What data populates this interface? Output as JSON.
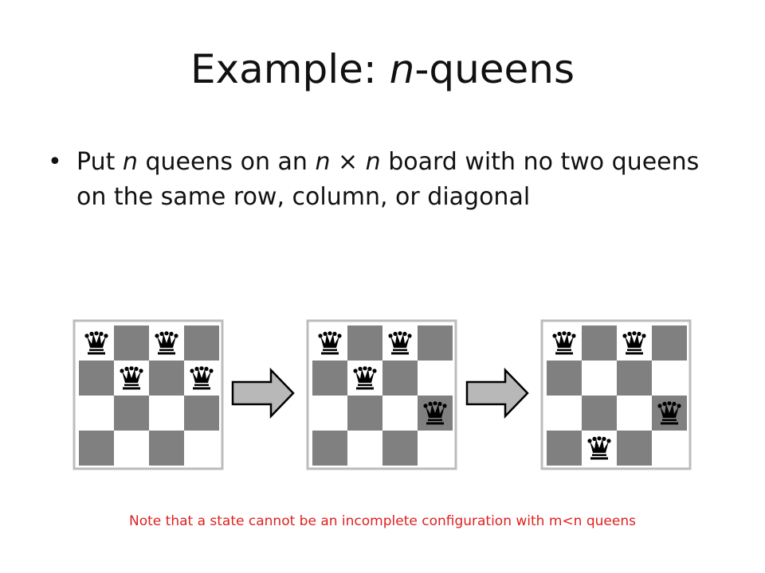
{
  "slide": {
    "title_prefix": "Example: ",
    "title_italic": "n",
    "title_suffix": "-queens",
    "bullet": {
      "t1": "Put ",
      "n1": "n",
      "t2": " queens on an ",
      "n2": "n",
      "t3": " × ",
      "n3": "n",
      "t4": " board with no two queens on the same row, column, or diagonal"
    },
    "note": "Note that a state cannot be an incomplete configuration with m<n queens"
  },
  "colors": {
    "dark_square": "#808080",
    "light_square": "#ffffff",
    "board_frame": "#bcbcbc",
    "arrow_fill": "#b8b8b8",
    "queen": "#000000",
    "note": "#e02020"
  },
  "icons": [
    "queen-icon",
    "right-arrow-icon"
  ],
  "board_size": 4,
  "boards": [
    {
      "queens": [
        {
          "row": 0,
          "col": 0
        },
        {
          "row": 0,
          "col": 2
        },
        {
          "row": 1,
          "col": 1
        },
        {
          "row": 1,
          "col": 3
        }
      ]
    },
    {
      "queens": [
        {
          "row": 0,
          "col": 0
        },
        {
          "row": 0,
          "col": 2
        },
        {
          "row": 1,
          "col": 1
        },
        {
          "row": 2,
          "col": 3
        }
      ]
    },
    {
      "queens": [
        {
          "row": 0,
          "col": 0
        },
        {
          "row": 0,
          "col": 2
        },
        {
          "row": 2,
          "col": 3
        },
        {
          "row": 3,
          "col": 1
        }
      ]
    }
  ]
}
